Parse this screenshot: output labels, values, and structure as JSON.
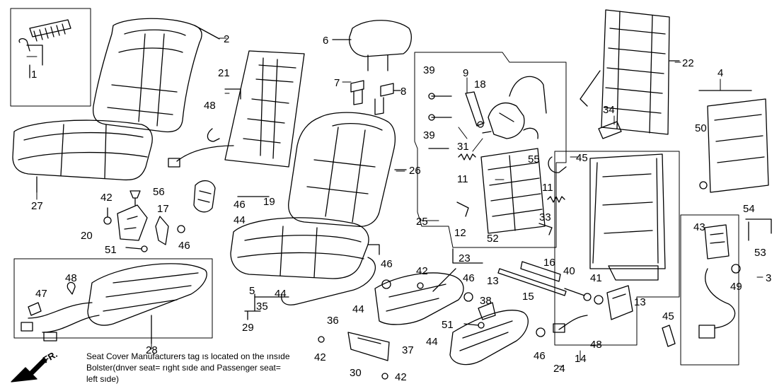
{
  "callouts": {
    "c1": "1",
    "c2": "2",
    "c3": "3",
    "c4": "4",
    "c5": "5",
    "c6": "6",
    "c7": "7",
    "c8": "8",
    "c9": "9",
    "c11a": "11",
    "c11b": "11",
    "c12": "12",
    "c13a": "13",
    "c13b": "13",
    "c14": "14",
    "c15": "15",
    "c16": "16",
    "c17": "17",
    "c18": "18",
    "c19": "19",
    "c20": "20",
    "c21": "21",
    "c22": "22",
    "c23": "23",
    "c24": "24",
    "c25": "25",
    "c26": "26",
    "c27": "27",
    "c28": "28",
    "c29": "29",
    "c30": "30",
    "c31": "31",
    "c33": "33",
    "c34": "34",
    "c35": "35",
    "c36": "36",
    "c37": "37",
    "c38": "38",
    "c39a": "39",
    "c39b": "39",
    "c40": "40",
    "c41": "41",
    "c42a": "42",
    "c42b": "42",
    "c42c": "42",
    "c42d": "42",
    "c43": "43",
    "c44a": "44",
    "c44b": "44",
    "c44c": "44",
    "c44d": "44",
    "c45a": "45",
    "c45b": "45",
    "c46a": "46",
    "c46b": "46",
    "c46c": "46",
    "c46d": "46",
    "c46e": "46",
    "c47": "47",
    "c48a": "48",
    "c48b": "48",
    "c48c": "48",
    "c49": "49",
    "c50": "50",
    "c51a": "51",
    "c51b": "51",
    "c52": "52",
    "c53": "53",
    "c54": "54",
    "c55": "55",
    "c56": "56"
  },
  "note": {
    "line1": "Seat Cover Manufacturers tag ıs located on the ınsıde",
    "line2": "Bolster(dnver seat= rıght sıde and Passenger seat=",
    "line3": "left sıde)"
  },
  "direction_label": "FR."
}
